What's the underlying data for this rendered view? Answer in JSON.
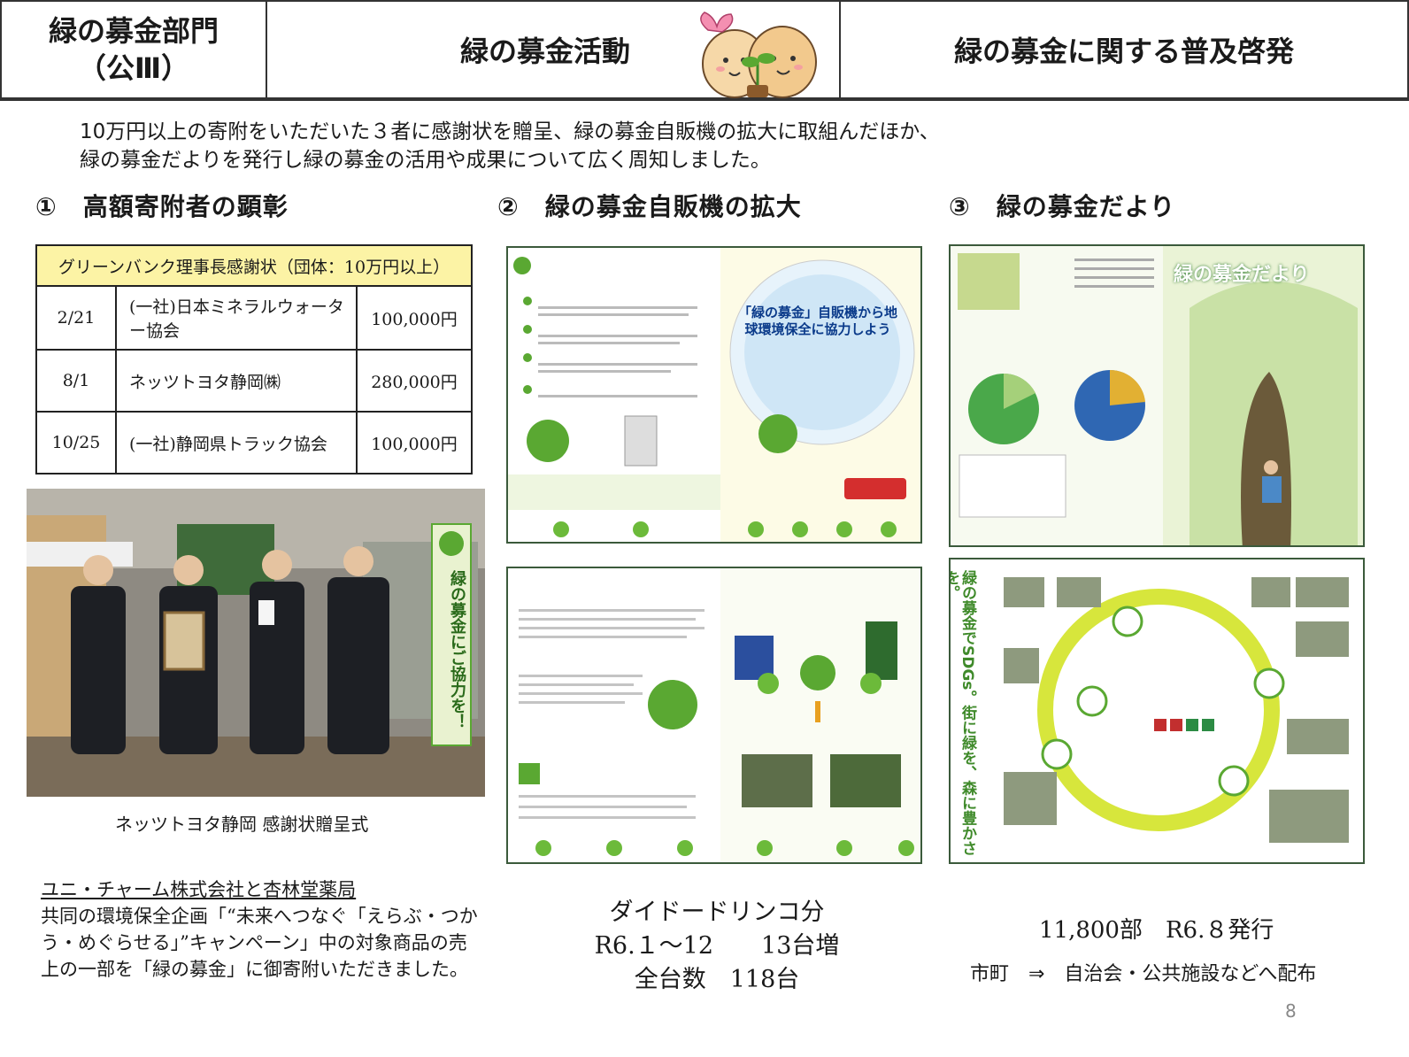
{
  "header": {
    "section_line1": "緑の募金部門",
    "section_line2": "（公Ⅲ）",
    "activity": "緑の募金活動",
    "promotion": "緑の募金に関する普及啓発"
  },
  "intro": {
    "line1": "10万円以上の寄附をいただいた３者に感謝状を贈呈、緑の募金自販機の拡大に取組んだほか、",
    "line2": "緑の募金だよりを発行し緑の募金の活用や成果について広く周知しました。"
  },
  "sections": [
    {
      "title": "①　高額寄附者の顕彰"
    },
    {
      "title": "②　緑の募金自販機の拡大"
    },
    {
      "title": "③　緑の募金だより"
    }
  ],
  "thanks_table": {
    "header": "グリーンバンク理事長感謝状（団体：10万円以上）",
    "rows": [
      {
        "date": "2/21",
        "name": "(一社)日本ミネラルウォーター協会",
        "amount": "100,000円"
      },
      {
        "date": "8/1",
        "name": "ネッツトヨタ静岡㈱",
        "amount": "280,000円"
      },
      {
        "date": "10/25",
        "name": "(一社)静岡県トラック協会",
        "amount": "100,000円"
      }
    ]
  },
  "photo": {
    "caption": "ネッツトヨタ静岡 感謝状贈呈式",
    "banner": "緑の募金にご協力を！"
  },
  "donor": {
    "title": "ユニ・チャーム株式会社と杏林堂薬局",
    "body": "共同の環境保全企画「“未来へつなぐ「えらぶ・つかう・めぐらせる」”キャンペーン」中の対象商品の売上の一部を「緑の募金」に御寄附いただきました。"
  },
  "vending": {
    "brochure_headline": "「緑の募金」自販機から地球環境保全に協力しよう",
    "line1": "ダイドードリンコ分",
    "line2": "R6.１～12　　13台増",
    "line3": "全台数　118台"
  },
  "newsletter": {
    "cover_title": "緑の募金だより",
    "spread_title": "緑の募金でSDGs。街に緑を、森に豊かさを。",
    "circulation": "11,800部　R6.８発行",
    "distribution": "市町　⇒　自治会・公共施設などへ配布"
  },
  "page_number": "8",
  "colors": {
    "table_header_bg": "#fcf3a5",
    "brand_green": "#5aa832",
    "border": "#333333"
  }
}
